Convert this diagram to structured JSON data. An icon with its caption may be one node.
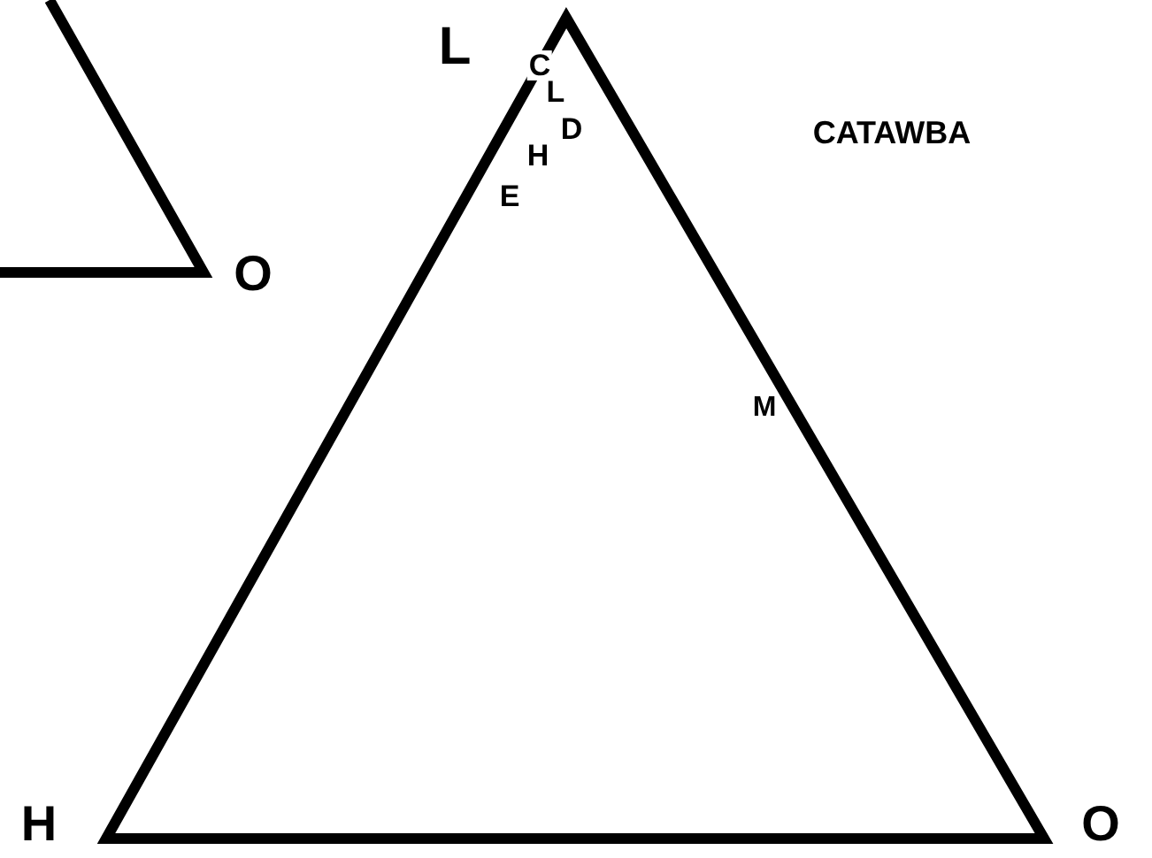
{
  "diagram": {
    "labels": [
      "L",
      "C",
      "L",
      "D",
      "H",
      "CATAWBA",
      "E",
      "O",
      "M",
      "H",
      "O"
    ]
  }
}
